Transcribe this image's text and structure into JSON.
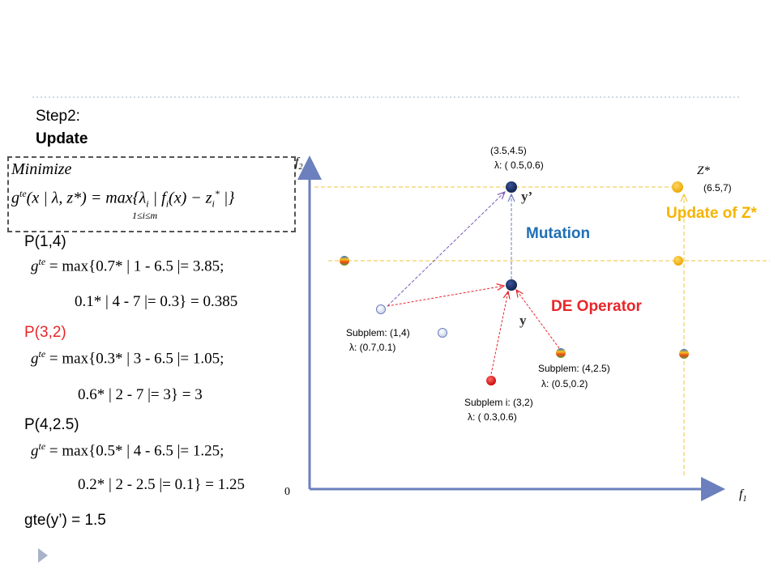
{
  "step": {
    "line1": "Step2:",
    "line2": "Update"
  },
  "box": {
    "minimize": "Minimize",
    "formula": "g",
    "formula_sup": "te",
    "formula_rest": "(x | λ, z*) = max{λ",
    "formula_sub_i": "i",
    "formula_tail": " | f",
    "formula_tail_sub": "i",
    "formula_tail2": "(x) − z",
    "formula_tail_sub2": "i",
    "formula_tail_sup2": "*",
    "formula_end": " |}",
    "under": "1≤i≤m"
  },
  "p1": {
    "label": "P(1,4)",
    "line1_pre": "g",
    "line1_sup": "te",
    "line1": "= max{0.7* | 1 - 6.5 |= 3.85;",
    "line2": "0.1* | 4 - 7 |= 0.3} = 0.385"
  },
  "p2": {
    "label": "P(3,2)",
    "line1_pre": "g",
    "line1_sup": "te",
    "line1": "= max{0.3* | 3 - 6.5 |= 1.05;",
    "line2": "0.6* | 2 - 7 |= 3} = 3"
  },
  "p3": {
    "label": "P(4,2.5)",
    "line1_pre": "g",
    "line1_sup": "te",
    "line1": "= max{0.5* | 4 - 6.5 |= 1.25;",
    "line2": "0.2* | 2 - 2.5 |= 0.1} = 1.25"
  },
  "gte_result": "gte(y’) = 1.5",
  "axis": {
    "y_label": "f",
    "y_sub": "2",
    "x_label": "f",
    "x_sub": "1",
    "origin": "0"
  },
  "annotations": {
    "top_point_coord": "(3.5,4.5)",
    "top_point_lambda": "λ: ( 0.5,0.6)",
    "yprime": "y’",
    "zstar": "Z*",
    "zstar_coord": "(6.5,7)",
    "update_z": "Update of Z*",
    "mutation": "Mutation",
    "de_operator": "DE Operator",
    "y": "y",
    "sub1_name": "Subplem:  (1,4)",
    "sub1_lambda": "λ: (0.7,0.1)",
    "sub2_name": "Subplem:  (4,2.5)",
    "sub2_lambda": "λ: (0.5,0.2)",
    "sub3_name": "Subplem i: (3,2)",
    "sub3_lambda": "λ: ( 0.3,0.6)"
  },
  "colors": {
    "accent_blue": "#1f6fb5",
    "accent_orange": "#f5b400",
    "accent_red": "#e8262a",
    "axis_blue": "#6b80bd",
    "point_navy": "#14285a",
    "dash_yellow": "#f0c53a"
  }
}
